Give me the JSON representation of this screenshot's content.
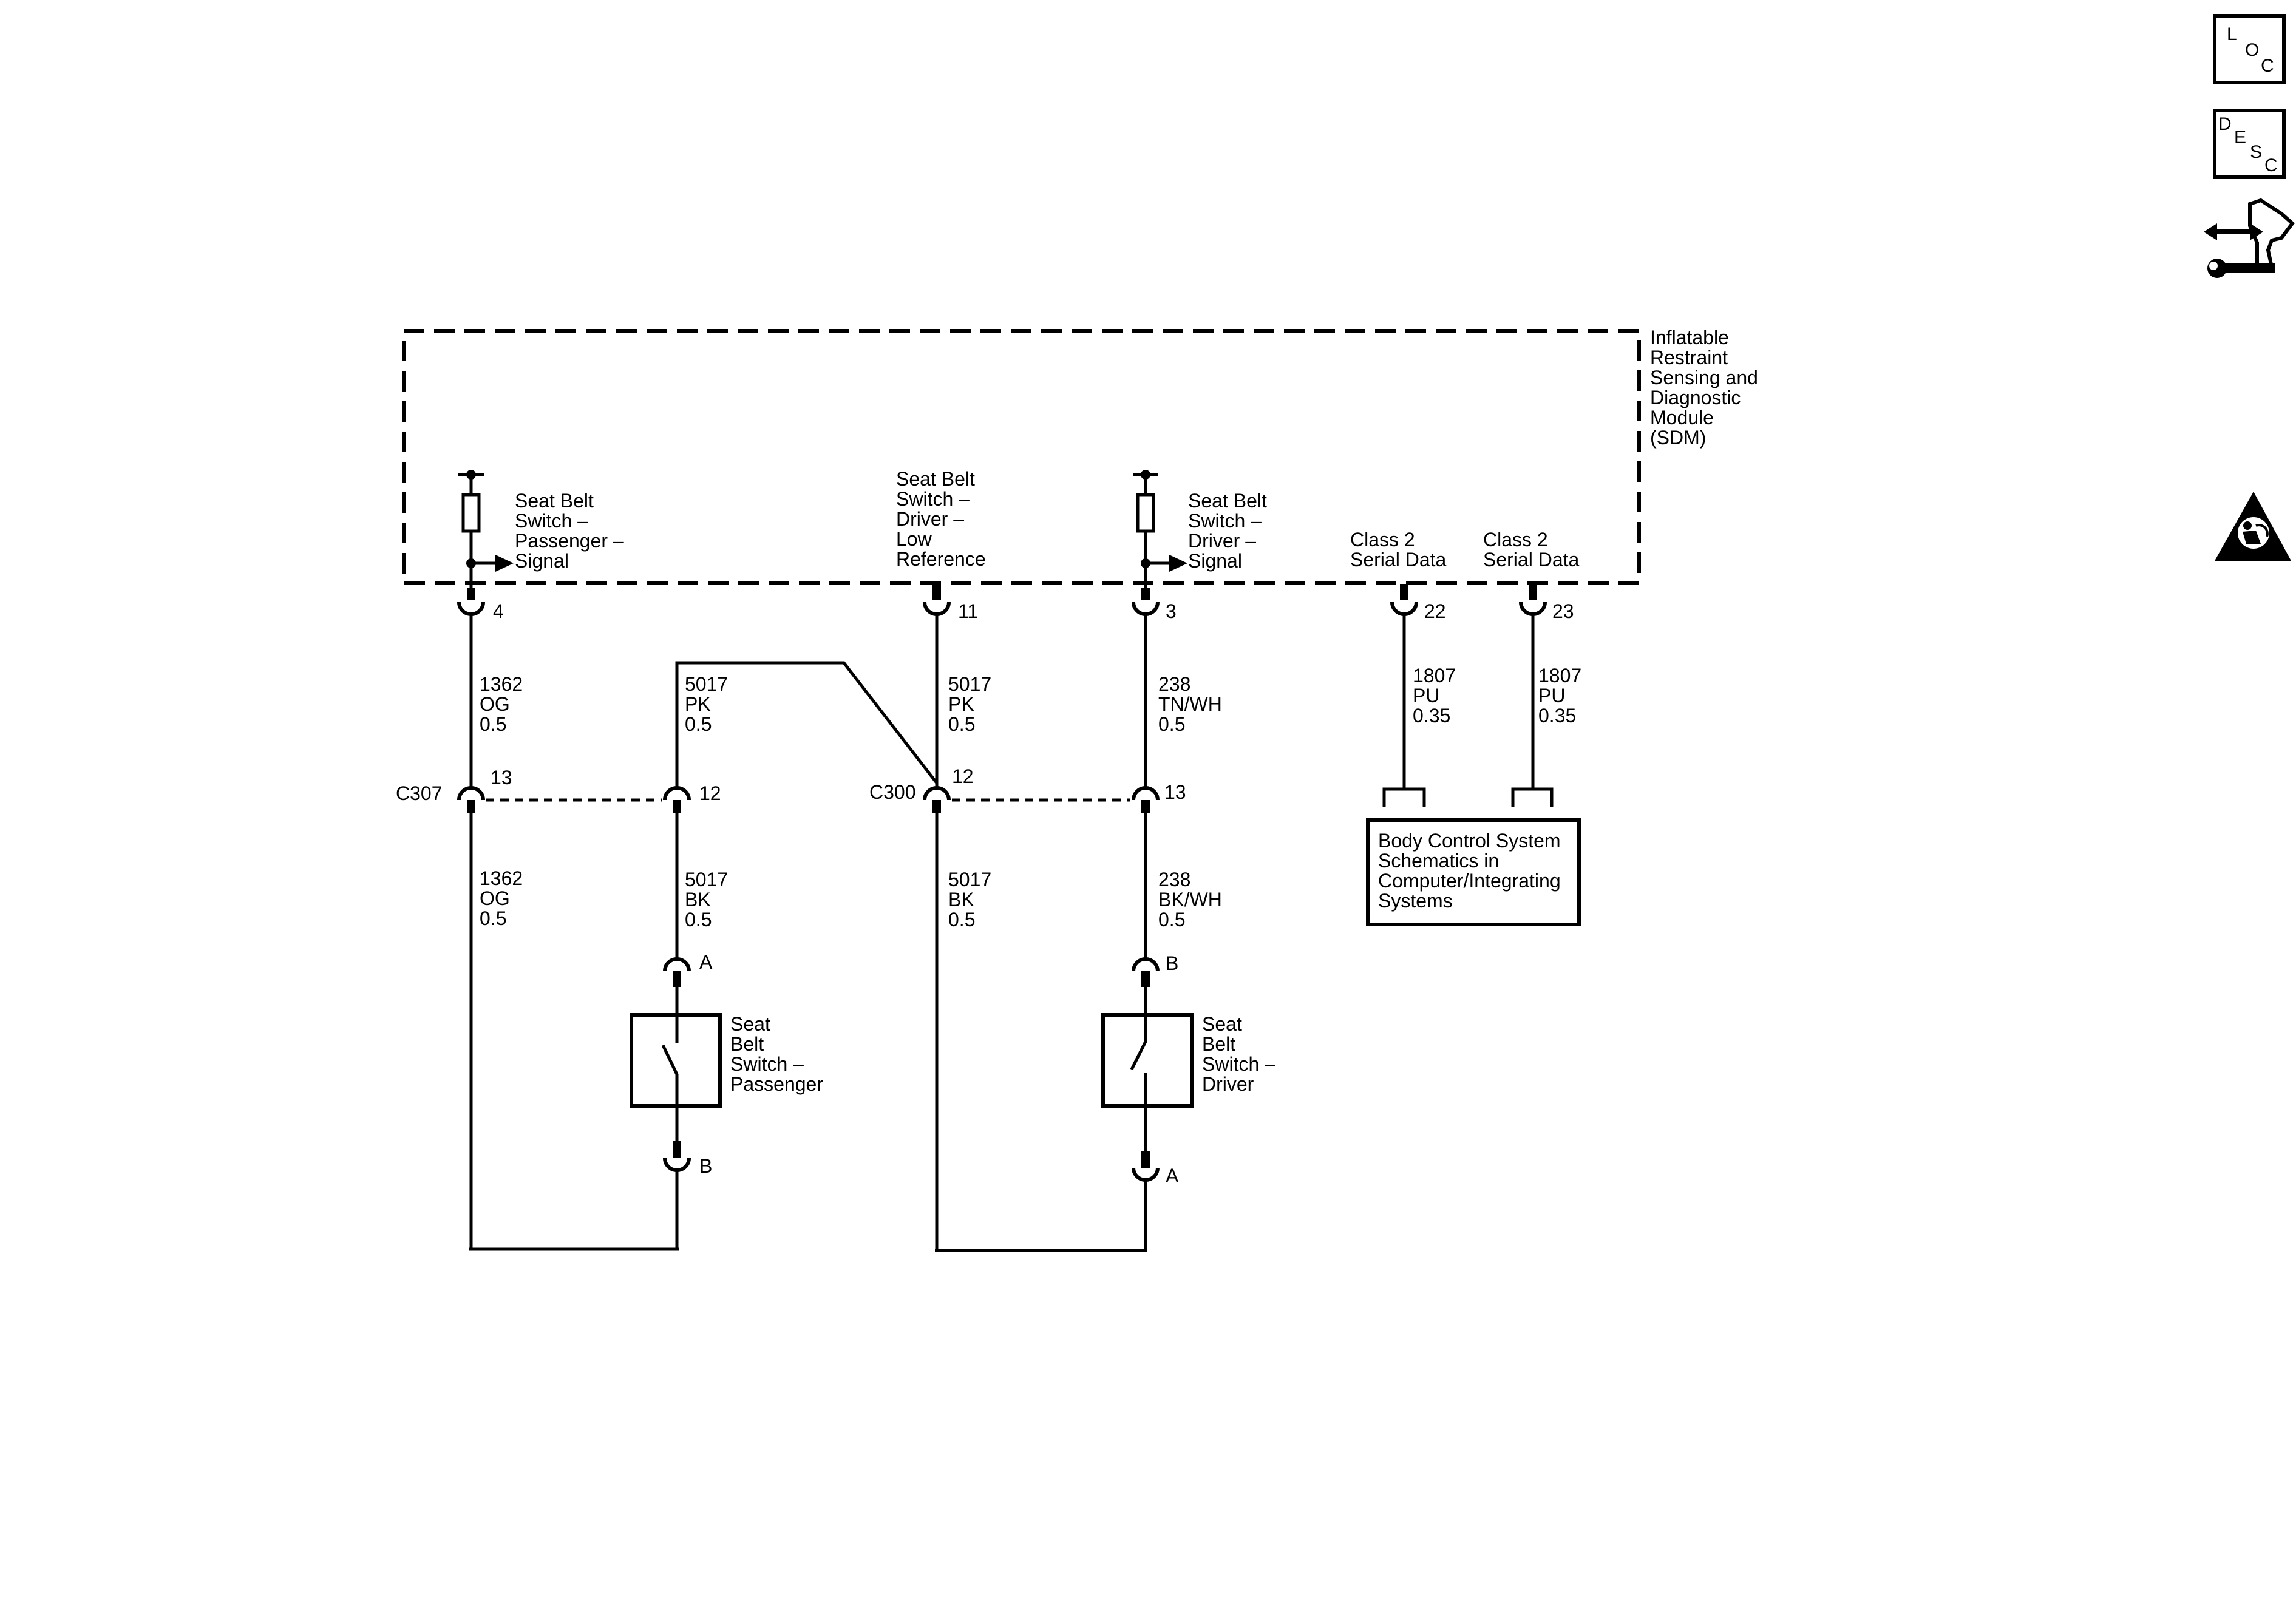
{
  "module": {
    "name_lines": [
      "Inflatable",
      "Restraint",
      "Sensing and",
      "Diagnostic",
      "Module",
      "(SDM)"
    ]
  },
  "circuits": {
    "pass_signal": {
      "label_lines": [
        "Seat Belt",
        "Switch –",
        "Passenger –",
        "Signal"
      ],
      "pin": "4",
      "wire_upper": [
        "1362",
        "OG",
        "0.5"
      ],
      "connector": "C307",
      "conn_pin": "13",
      "wire_lower": [
        "1362",
        "OG",
        "0.5"
      ]
    },
    "pass_ref": {
      "wire_upper": [
        "5017",
        "PK",
        "0.5"
      ],
      "conn_pin": "12",
      "wire_lower": [
        "5017",
        "BK",
        "0.5"
      ],
      "switch_pin_top": "A",
      "switch_pin_bottom": "B"
    },
    "driver_low_ref": {
      "label_lines": [
        "Seat Belt",
        "Switch –",
        "Driver –",
        "Low",
        "Reference"
      ],
      "pin": "11",
      "wire_upper": [
        "5017",
        "PK",
        "0.5"
      ],
      "connector": "C300",
      "conn_pin": "12",
      "wire_lower": [
        "5017",
        "BK",
        "0.5"
      ]
    },
    "driver_signal": {
      "label_lines": [
        "Seat Belt",
        "Switch –",
        "Driver –",
        "Signal"
      ],
      "pin": "3",
      "wire_upper": [
        "238",
        "TN/WH",
        "0.5"
      ],
      "conn_pin": "13",
      "wire_lower": [
        "238",
        "BK/WH",
        "0.5"
      ],
      "switch_pin_top": "B",
      "switch_pin_bottom": "A"
    },
    "class2_a": {
      "label_lines": [
        "Class 2",
        "Serial Data"
      ],
      "pin": "22",
      "wire": [
        "1807",
        "PU",
        "0.35"
      ]
    },
    "class2_b": {
      "label_lines": [
        "Class 2",
        "Serial Data"
      ],
      "pin": "23",
      "wire": [
        "1807",
        "PU",
        "0.35"
      ]
    }
  },
  "components": {
    "passenger_switch": [
      "Seat",
      "Belt",
      "Switch –",
      "Passenger"
    ],
    "driver_switch": [
      "Seat",
      "Belt",
      "Switch –",
      "Driver"
    ],
    "body_control_ref": [
      "Body Control System",
      "Schematics in",
      "Computer/Integrating",
      "Systems"
    ]
  },
  "side_icons": {
    "loc": [
      "L",
      "O",
      "C"
    ],
    "desc": [
      "D",
      "E",
      "S",
      "C"
    ],
    "connector_icon": "connector-end-view-icon",
    "airbag_icon": "airbag-warning-icon"
  }
}
